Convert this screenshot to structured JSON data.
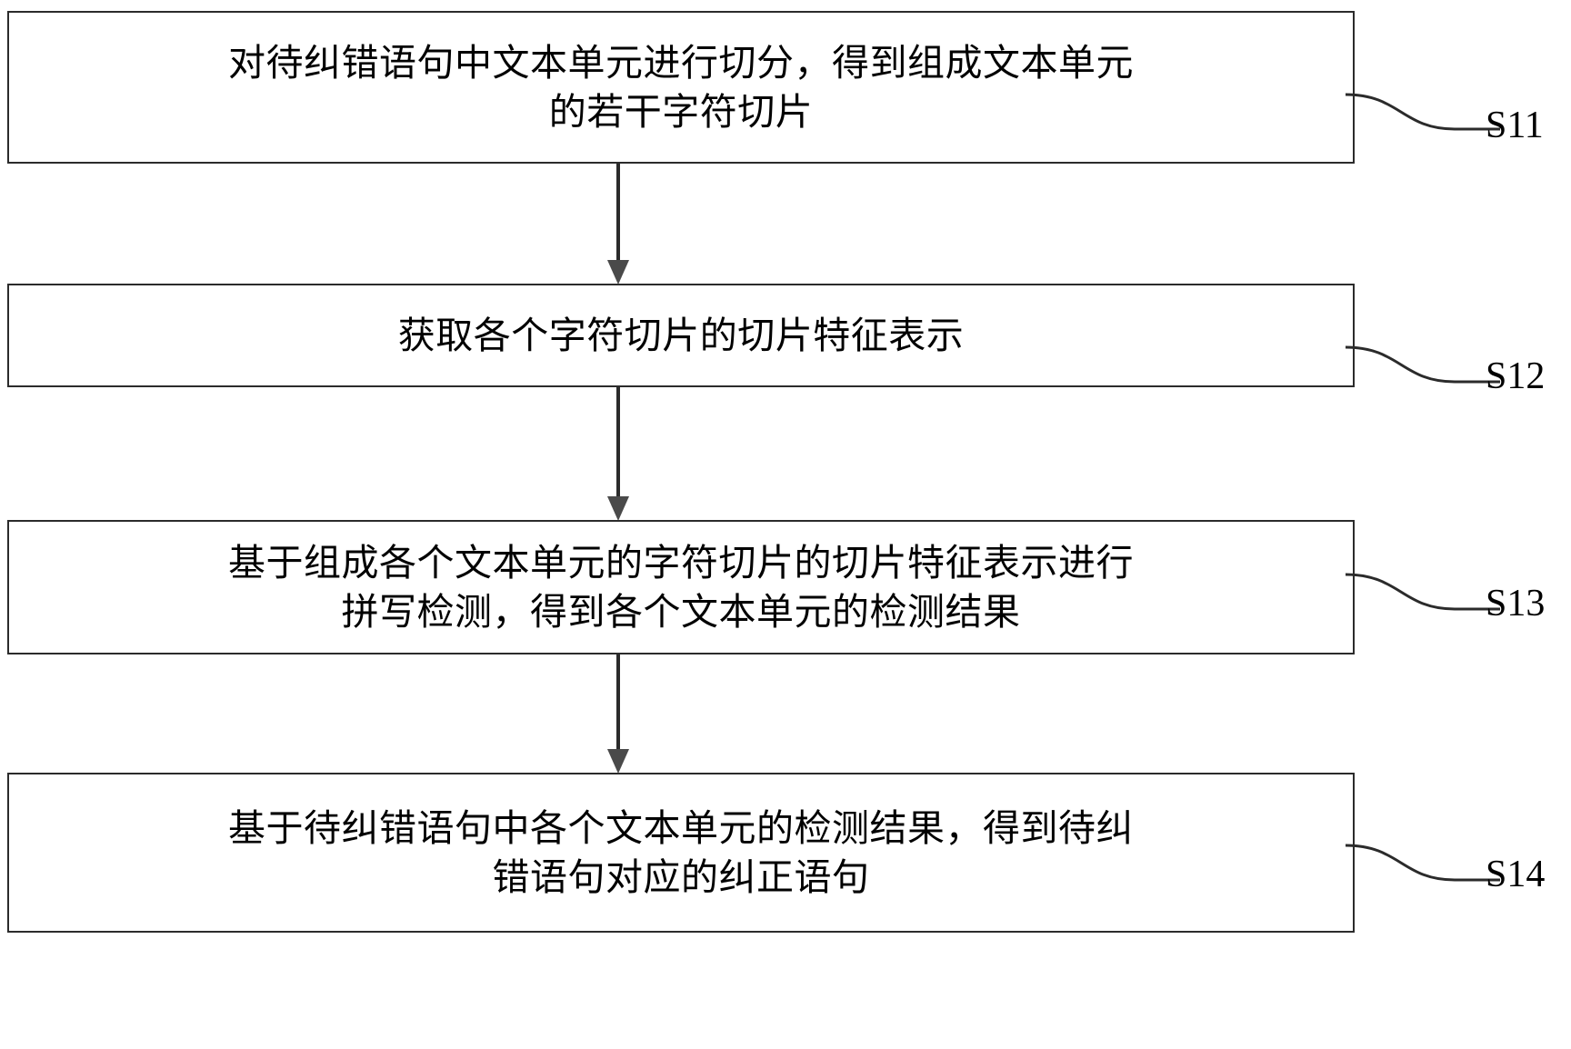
{
  "diagram": {
    "type": "flowchart",
    "orientation": "vertical",
    "steps": [
      {
        "id": "S11",
        "label": "S11",
        "text": "对待纠错语句中文本单元进行切分，得到组成文本单元\n的若干字符切片"
      },
      {
        "id": "S12",
        "label": "S12",
        "text": "获取各个字符切片的切片特征表示"
      },
      {
        "id": "S13",
        "label": "S13",
        "text": "基于组成各个文本单元的字符切片的切片特征表示进行\n拼写检测，得到各个文本单元的检测结果"
      },
      {
        "id": "S14",
        "label": "S14",
        "text": "基于待纠错语句中各个文本单元的检测结果，得到待纠\n错语句对应的纠正语句"
      }
    ],
    "connectors": [
      {
        "from": "S11",
        "to": "S12",
        "style": "arrow-down"
      },
      {
        "from": "S12",
        "to": "S13",
        "style": "arrow-down"
      },
      {
        "from": "S13",
        "to": "S14",
        "style": "arrow-down"
      }
    ],
    "colors": {
      "stroke": "#2b2b2b",
      "background": "#ffffff",
      "text": "#000000"
    }
  }
}
